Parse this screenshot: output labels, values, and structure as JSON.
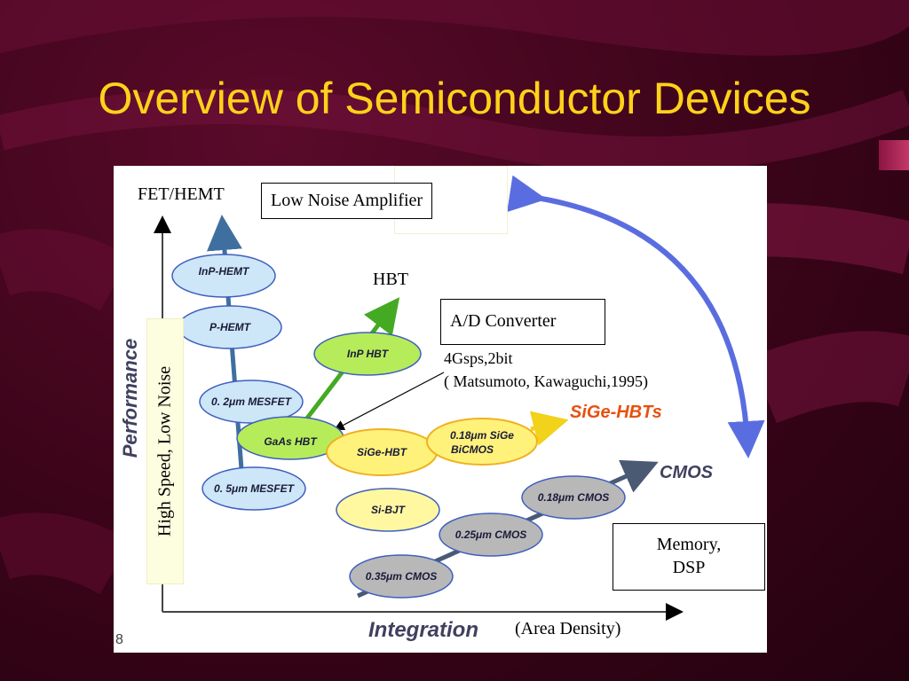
{
  "title": "Overview of Semiconductor Devices",
  "colors": {
    "title": "#ffd21a",
    "hemt_fill": "#cde6f8",
    "hbt_fill": "#b6ec5a",
    "sige_fill": "#fff27a",
    "cmos_fill": "#b8b8b8",
    "arrow_blue": "#5a6de0"
  },
  "figure": {
    "fet_hemt": "FET/HEMT",
    "low_noise_amp": "Low Noise Amplifier",
    "hbt": "HBT",
    "ad_converter": "A/D Converter",
    "citation_line1": "4Gsps,2bit",
    "citation_line2": "( Matsumoto, Kawaguchi,1995)",
    "sige_hbts": "SiGe-HBTs",
    "cmos": "CMOS",
    "memory_dsp": "Memory,\nDSP",
    "high_speed": "High Speed, Low Noise",
    "performance": "Performance",
    "integration": "Integration",
    "area_density": "(Area Density)",
    "page_num": "8",
    "devices": {
      "inp_hemt": "InP-HEMT",
      "p_hemt": "P-HEMT",
      "mesfet_02": "0. 2μm MESFET",
      "gaas_hbt": "GaAs HBT",
      "mesfet_05": "0. 5μm MESFET",
      "inp_hbt": "InP HBT",
      "sige_hbt": "SiGe-HBT",
      "bicmos_l1": "0.18μm SiGe",
      "bicmos_l2": "BiCMOS",
      "si_bjt": "Si-BJT",
      "cmos_018": "0.18μm CMOS",
      "cmos_025": "0.25μm CMOS",
      "cmos_035": "0.35μm CMOS"
    }
  }
}
